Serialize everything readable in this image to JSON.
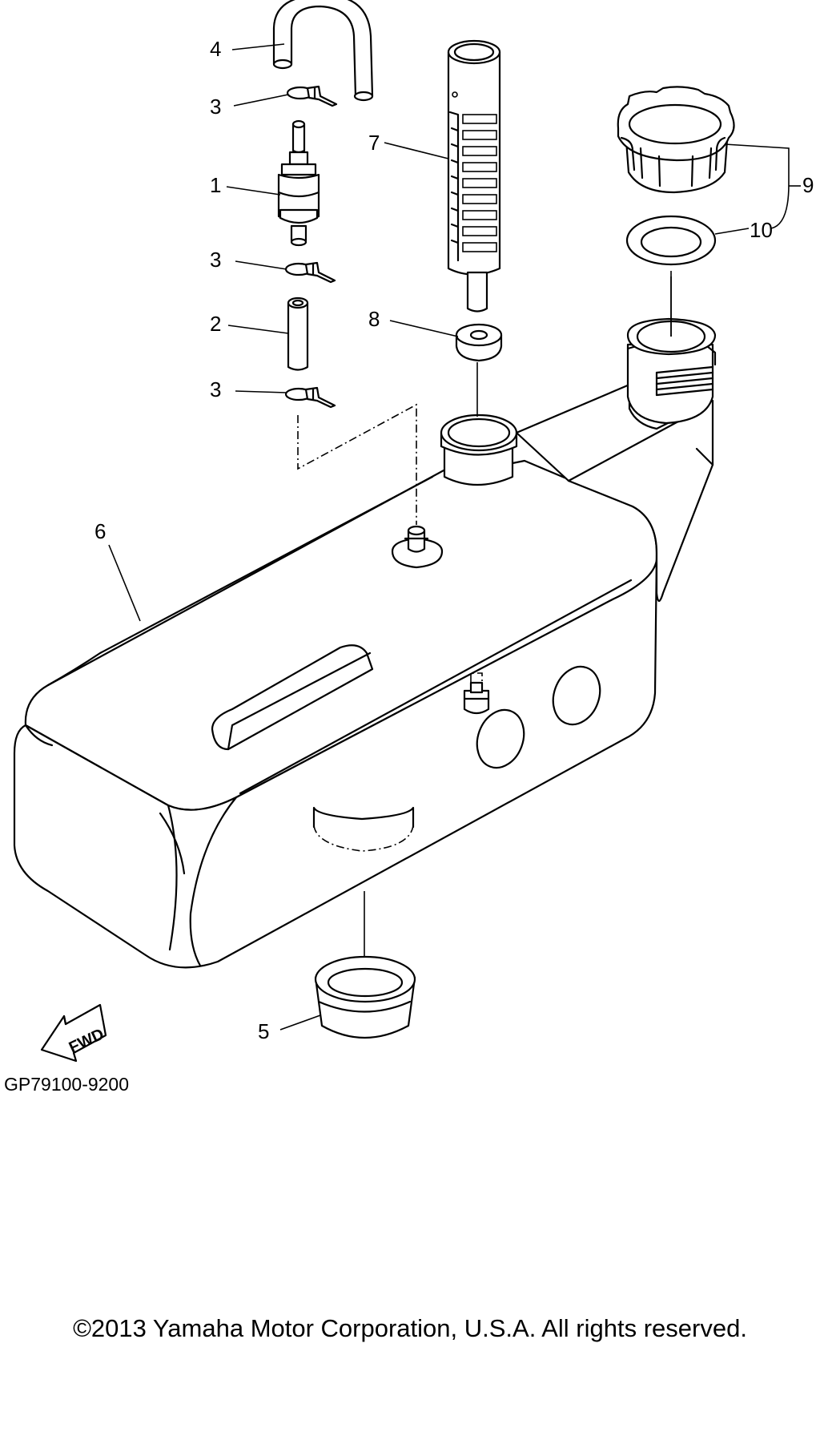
{
  "callouts": {
    "c1": "1",
    "c2": "2",
    "c3a": "3",
    "c3b": "3",
    "c3c": "3",
    "c4": "4",
    "c5": "5",
    "c6": "6",
    "c7": "7",
    "c8": "8",
    "c9": "9",
    "c10": "10"
  },
  "fwd_label": "FWD",
  "diagram_code": "GP79100-9200",
  "copyright": "©2013 Yamaha Motor Corporation, U.S.A. All rights reserved."
}
